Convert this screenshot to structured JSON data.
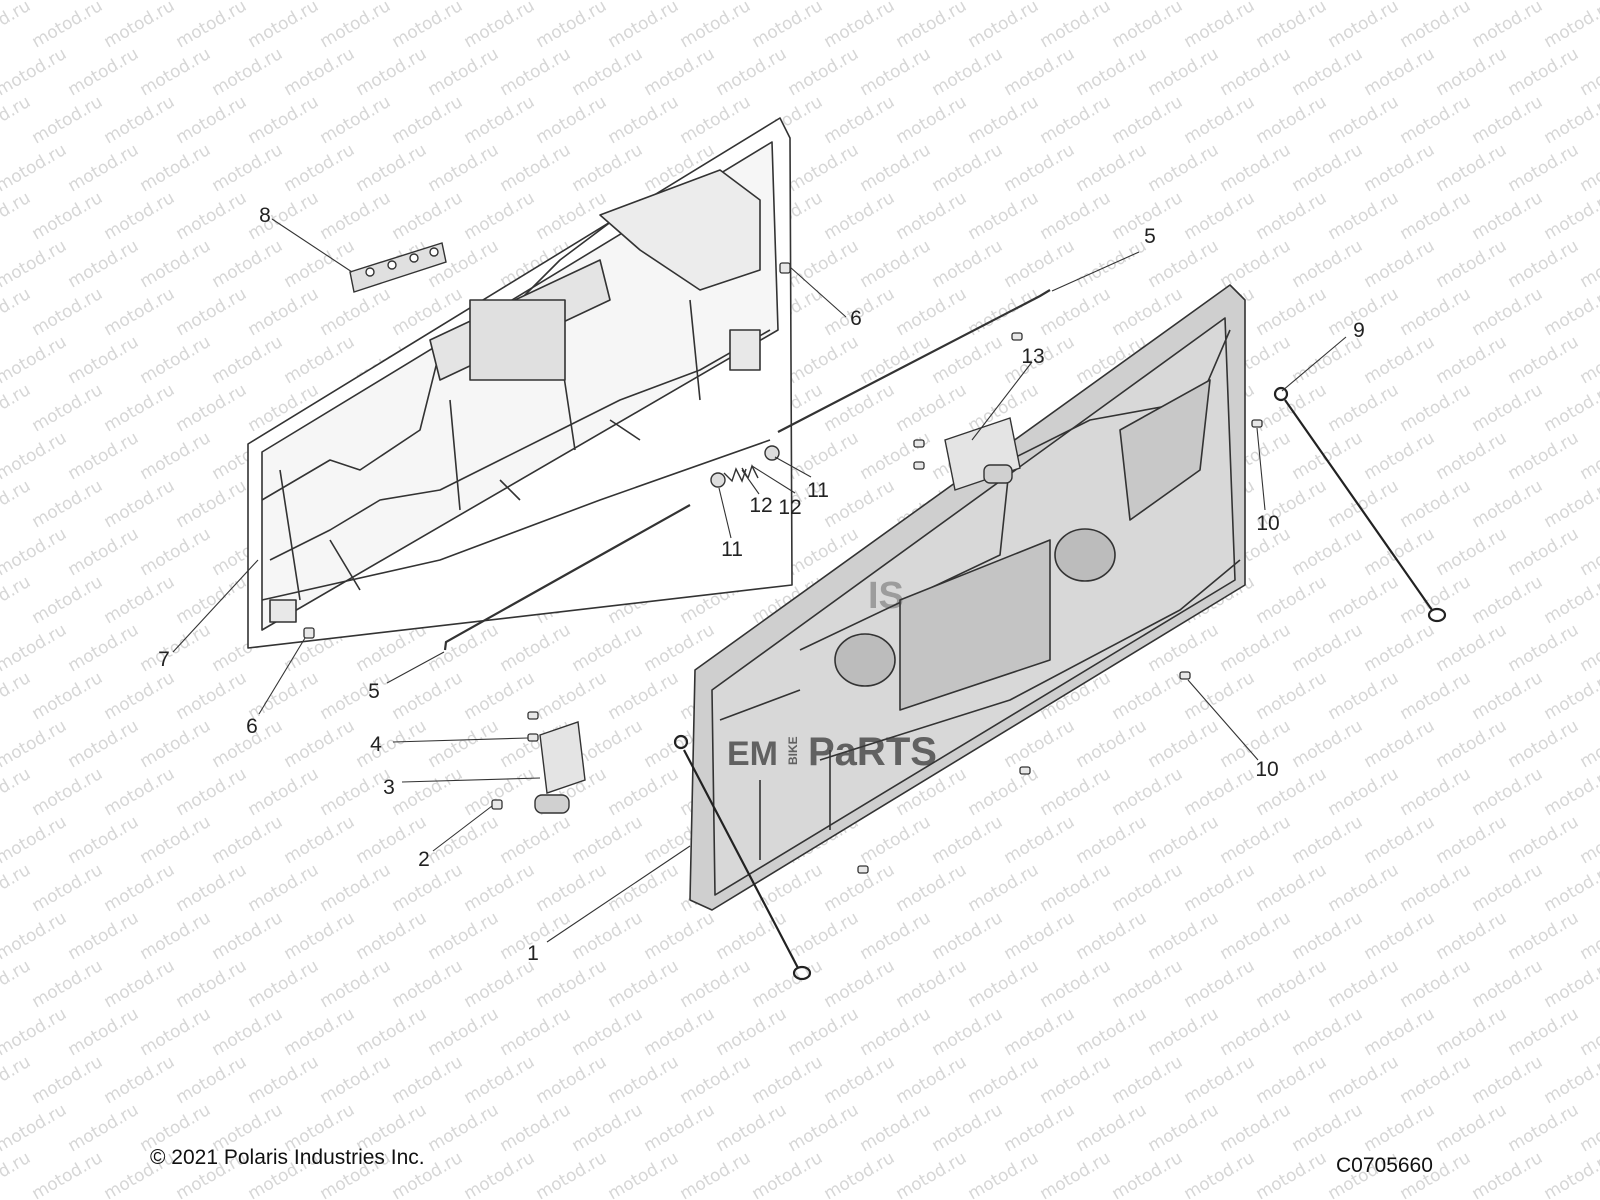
{
  "watermark": {
    "text": "motod.ru"
  },
  "overlay_logo": {
    "parts": [
      "EM",
      "BIKE",
      "PaRTS"
    ],
    "faint": "IS"
  },
  "callouts": [
    {
      "id": "c1",
      "label": "1"
    },
    {
      "id": "c2",
      "label": "2"
    },
    {
      "id": "c3",
      "label": "3"
    },
    {
      "id": "c4",
      "label": "4"
    },
    {
      "id": "c5a",
      "label": "5"
    },
    {
      "id": "c5b",
      "label": "5"
    },
    {
      "id": "c6a",
      "label": "6"
    },
    {
      "id": "c6b",
      "label": "6"
    },
    {
      "id": "c7",
      "label": "7"
    },
    {
      "id": "c8",
      "label": "8"
    },
    {
      "id": "c9",
      "label": "9"
    },
    {
      "id": "c10a",
      "label": "10"
    },
    {
      "id": "c10b",
      "label": "10"
    },
    {
      "id": "c11a",
      "label": "11"
    },
    {
      "id": "c11b",
      "label": "11"
    },
    {
      "id": "c12a",
      "label": "12"
    },
    {
      "id": "c12b",
      "label": "12"
    },
    {
      "id": "c13",
      "label": "13"
    }
  ],
  "footer": {
    "copyright": "© 2021 Polaris Industries Inc.",
    "figure_id": "C0705660"
  }
}
